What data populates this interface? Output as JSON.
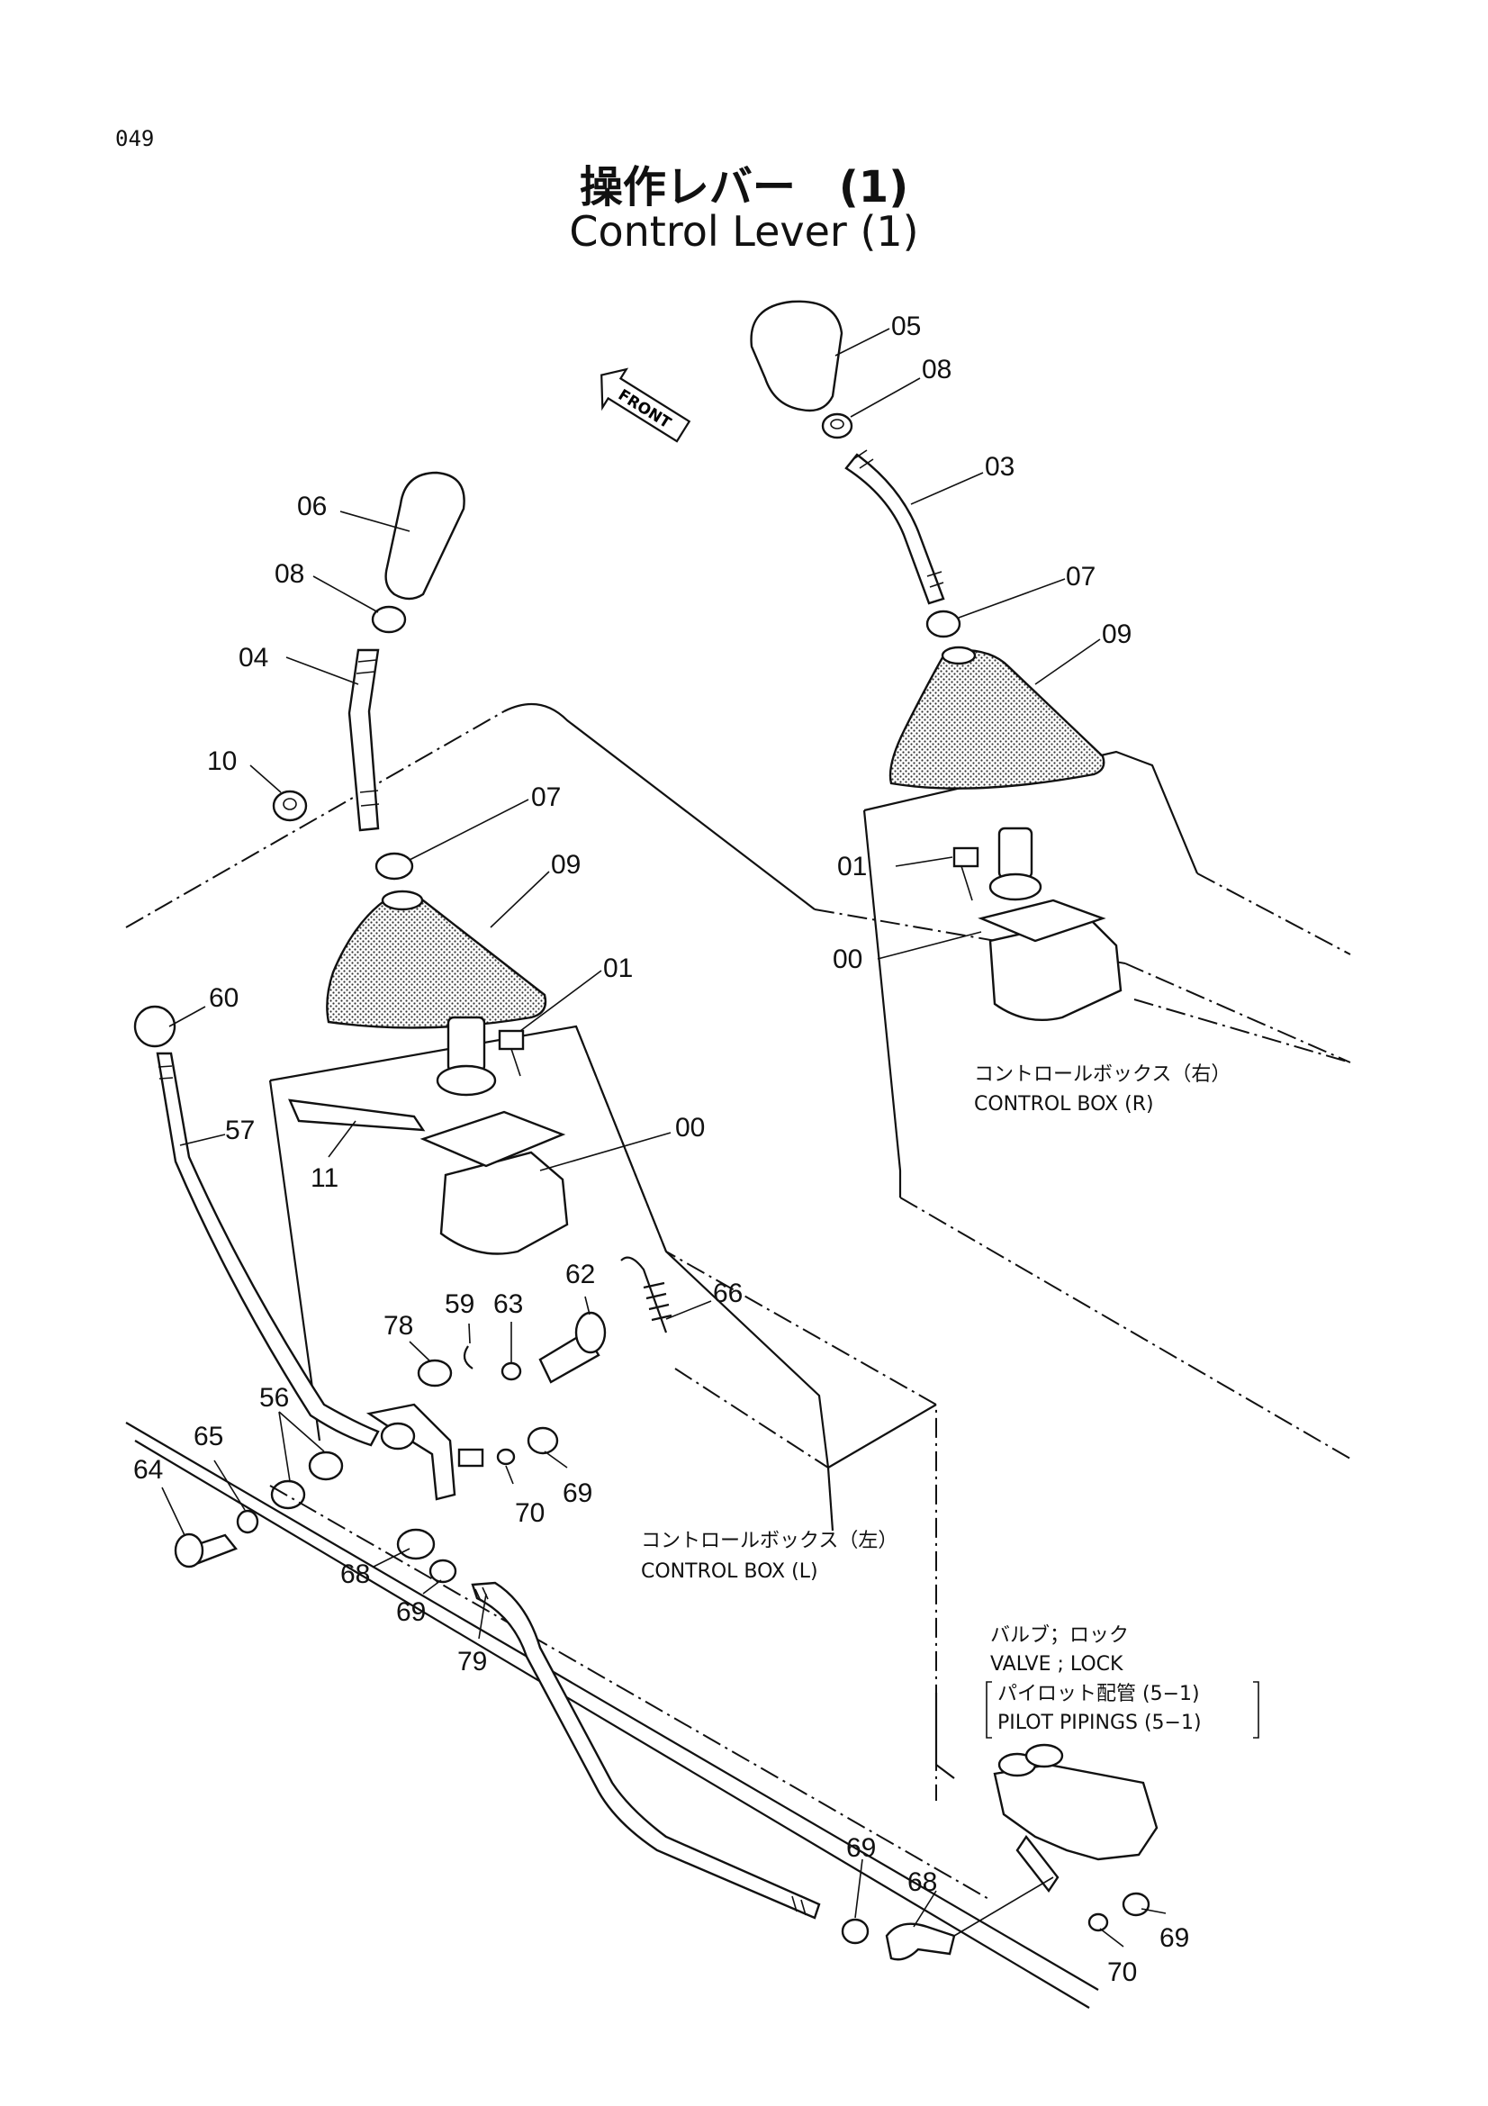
{
  "page_number": "049",
  "title_jp": "操作レバー　(1)",
  "title_en": "Control Lever (1)",
  "front_label": "FRONT",
  "callouts": {
    "c05": "05",
    "c08r": "08",
    "c03": "03",
    "c07r": "07",
    "c09r": "09",
    "c01r": "01",
    "c00r": "00",
    "c06": "06",
    "c08l": "08",
    "c04": "04",
    "c10": "10",
    "c07l": "07",
    "c09l": "09",
    "c01l": "01",
    "c60": "60",
    "c57": "57",
    "c11": "11",
    "c00l": "00",
    "c62": "62",
    "c66": "66",
    "c78": "78",
    "c59": "59",
    "c63": "63",
    "c56": "56",
    "c65": "65",
    "c64": "64",
    "c70a": "70",
    "c69a": "69",
    "c68a": "68",
    "c69b": "69",
    "c79": "79",
    "c69c": "69",
    "c68b": "68",
    "c70b": "70",
    "c69d": "69"
  },
  "captions": {
    "box_r_jp": "コントロールボックス（右）",
    "box_r_en": "CONTROL BOX (R)",
    "box_l_jp": "コントロールボックス（左）",
    "box_l_en": "CONTROL BOX (L)",
    "valve_jp": "バルブ；ロック",
    "valve_en": "VALVE ; LOCK",
    "pilot_jp": "パイロット配管 (5−1)",
    "pilot_en": "PILOT PIPINGS (5−1)"
  }
}
